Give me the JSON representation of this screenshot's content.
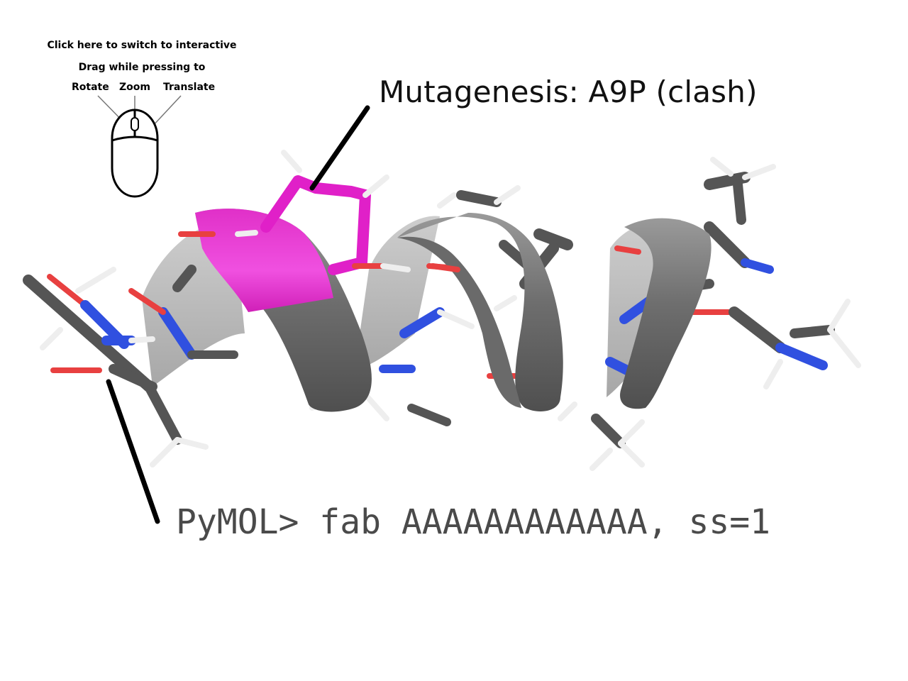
{
  "hint": {
    "line1": "Click here to switch to interactive",
    "line2": "Drag while pressing to",
    "buttons": {
      "left": "Rotate",
      "middle": "Zoom",
      "right": "Translate"
    }
  },
  "annotations": {
    "mutation": "Mutagenesis: A9P (clash)",
    "command": "PyMOL> fab AAAAAAAAAAAA, ss=1"
  },
  "colors": {
    "ribbon": "#6b6b6b",
    "highlight": "#e020c8",
    "nitrogen": "#3048e8",
    "oxygen": "#e83030",
    "hydrogen": "#e6e6e6",
    "carbon": "#5a5a5a"
  }
}
